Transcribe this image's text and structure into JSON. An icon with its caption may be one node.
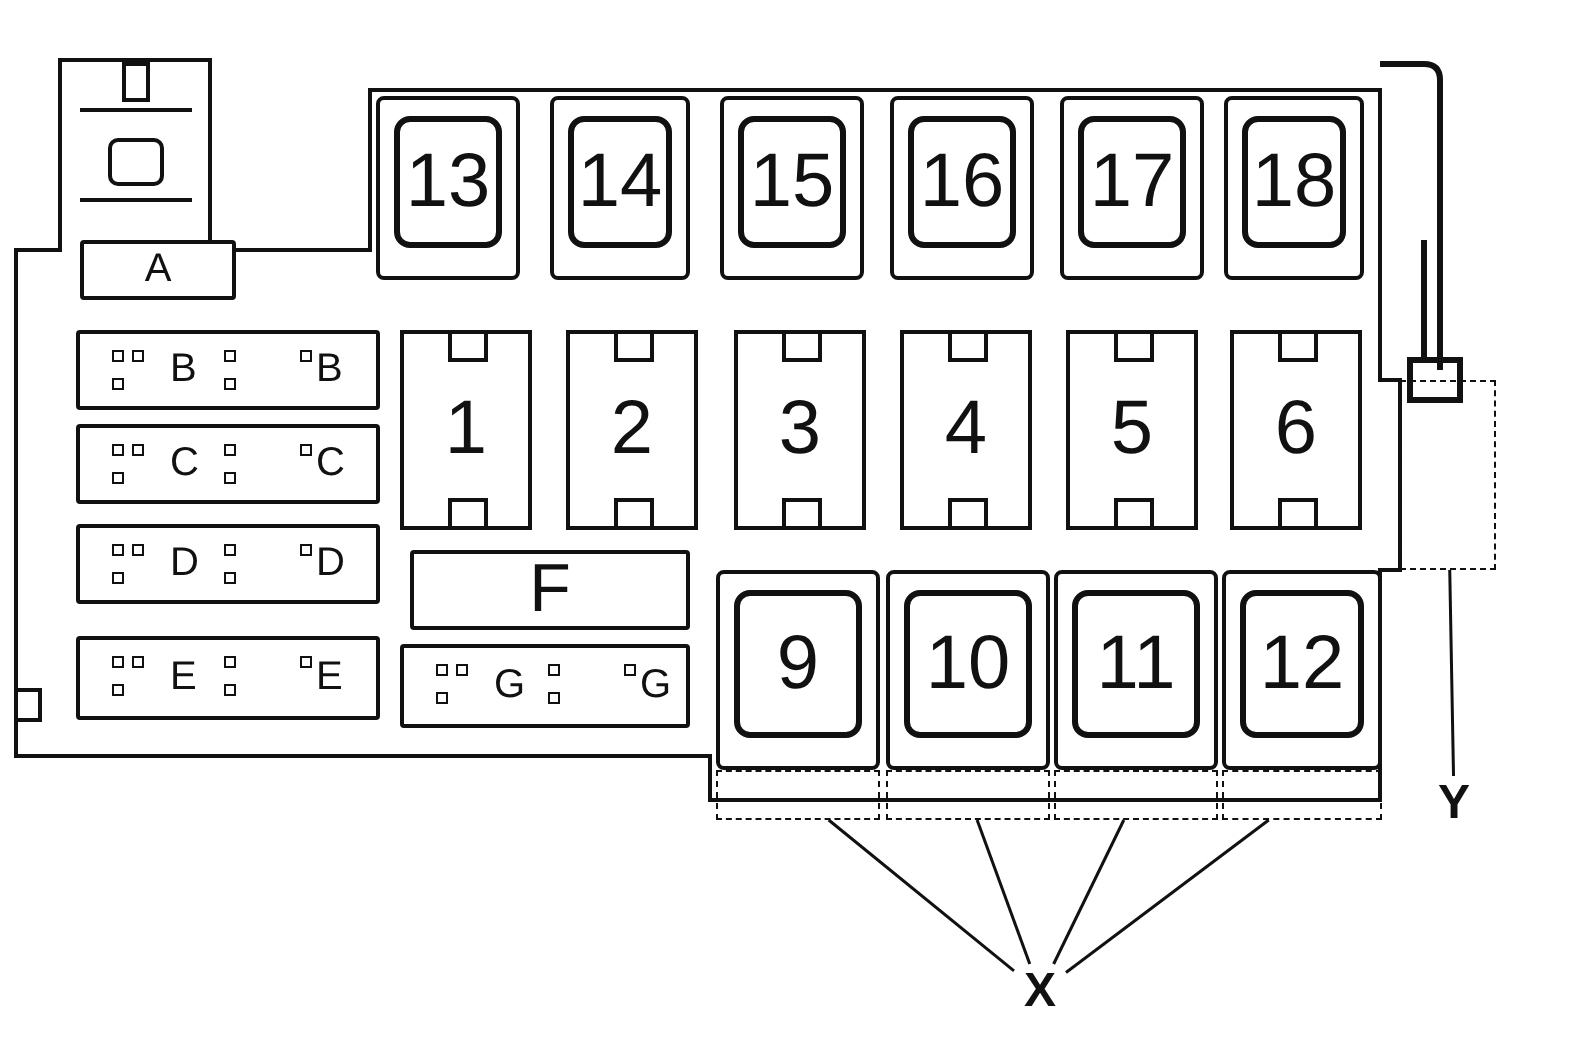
{
  "diagram": {
    "nodes": [
      {
        "text": [
          "13"
        ]
      },
      {
        "text": [
          "14"
        ]
      },
      {
        "text": [
          "15"
        ]
      },
      {
        "text": [
          "16"
        ]
      },
      {
        "text": [
          "17"
        ]
      },
      {
        "text": [
          "18"
        ]
      },
      {
        "text": [
          "A"
        ]
      },
      {
        "text": [
          "B",
          "B"
        ]
      },
      {
        "text": [
          "1"
        ]
      },
      {
        "text": [
          "2"
        ]
      },
      {
        "text": [
          "3"
        ]
      },
      {
        "text": [
          "4"
        ]
      },
      {
        "text": [
          "5"
        ]
      },
      {
        "text": [
          "6"
        ]
      },
      {
        "text": [
          "C",
          "C"
        ]
      },
      {
        "text": [
          "D",
          "D"
        ]
      },
      {
        "text": [
          "F"
        ]
      },
      {
        "text": [
          "E",
          "E"
        ]
      },
      {
        "text": [
          "G",
          "G"
        ]
      },
      {
        "text": [],
        "shape": "box"
      },
      {
        "text": [
          "9"
        ]
      },
      {
        "text": [
          "10"
        ]
      },
      {
        "text": [
          "11"
        ]
      },
      {
        "text": [
          "12"
        ]
      },
      {
        "text": [],
        "shape": "box"
      },
      {
        "text": [],
        "shape": "box"
      },
      {
        "text": [],
        "shape": "box"
      },
      {
        "text": [],
        "shape": "box"
      },
      {
        "text": [
          "Y"
        ]
      },
      {
        "text": [
          "X"
        ]
      }
    ],
    "edges": [
      {
        "from": 28,
        "to": 19,
        "arrow": "none"
      },
      {
        "from": 29,
        "to": 24,
        "arrow": "none"
      },
      {
        "from": 29,
        "to": 25,
        "arrow": "none"
      },
      {
        "from": 29,
        "to": 26,
        "arrow": "none"
      },
      {
        "from": 29,
        "to": 27,
        "arrow": "none"
      }
    ]
  }
}
